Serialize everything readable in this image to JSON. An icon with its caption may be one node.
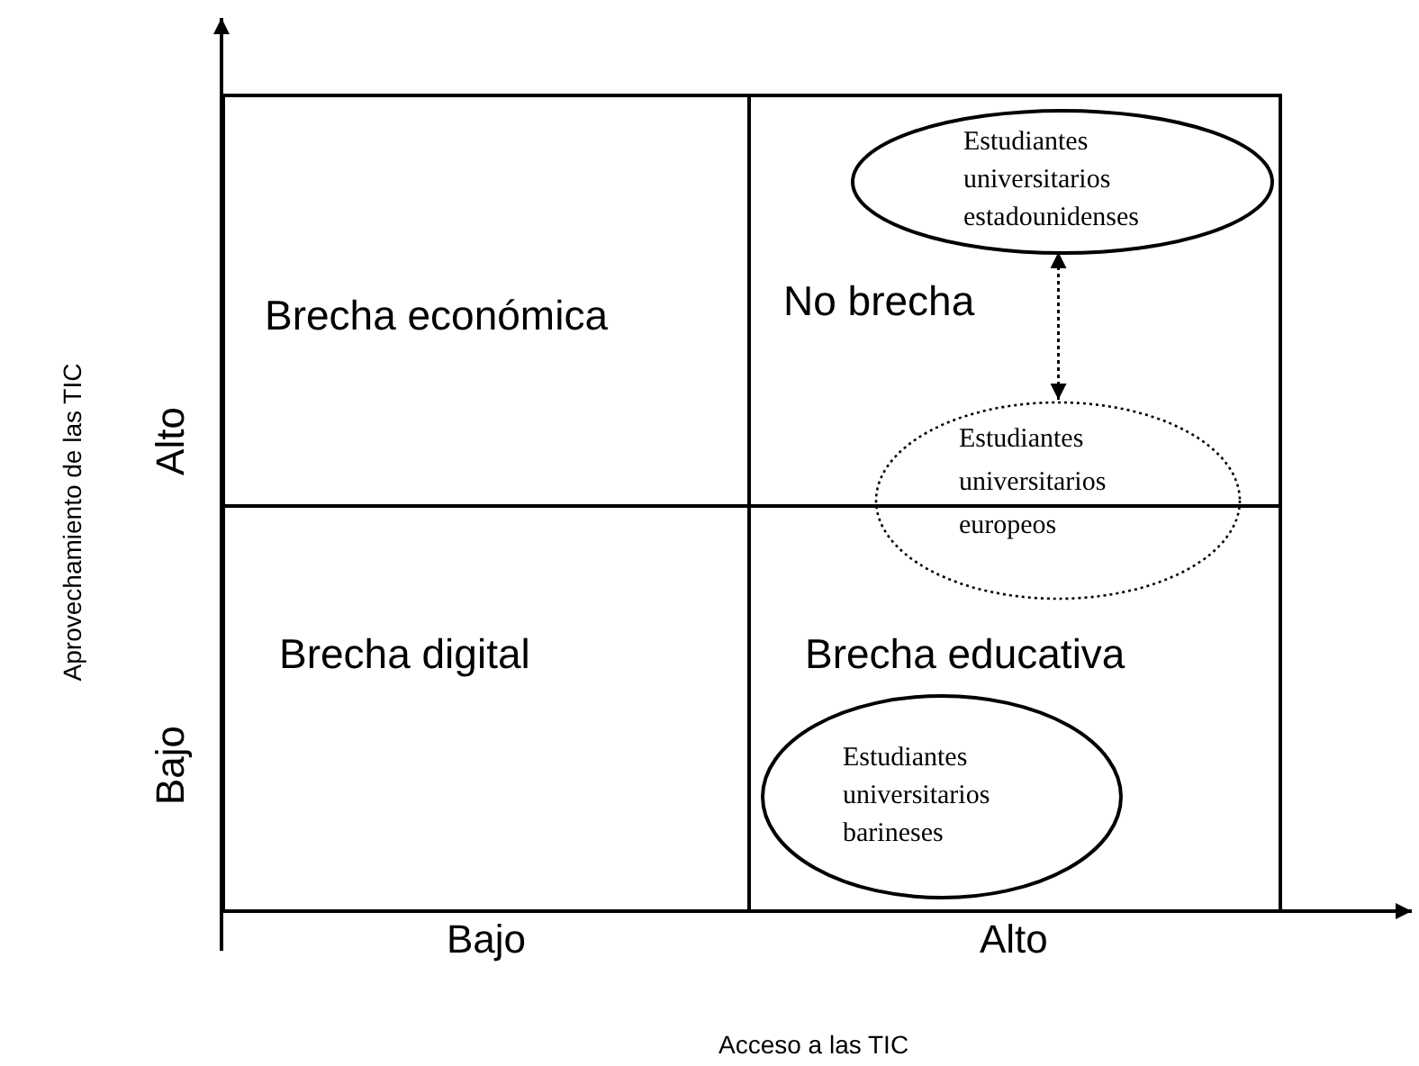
{
  "diagram": {
    "nodes": [
      {
        "text": [
          "Brecha económica"
        ]
      },
      {
        "text": [
          "No brecha"
        ]
      },
      {
        "text": [
          "Estudiantes universitarios estadounidenses"
        ],
        "in": 1
      },
      {
        "text": [
          "Estudiantes universitarios europeos"
        ]
      },
      {
        "text": [
          "Brecha digital"
        ]
      },
      {
        "text": [
          "Brecha educativa"
        ]
      },
      {
        "text": [
          "Estudiantes universitarios barineses"
        ],
        "in": 5
      }
    ],
    "edges": [
      {
        "from": 2,
        "to": 3,
        "arrow": "both",
        "style": "dashed"
      }
    ],
    "labels": [
      "Alto",
      "Bajo",
      "Aprovechamiento de las TIC",
      "Bajo",
      "Alto",
      "Acceso a las TIC"
    ]
  }
}
